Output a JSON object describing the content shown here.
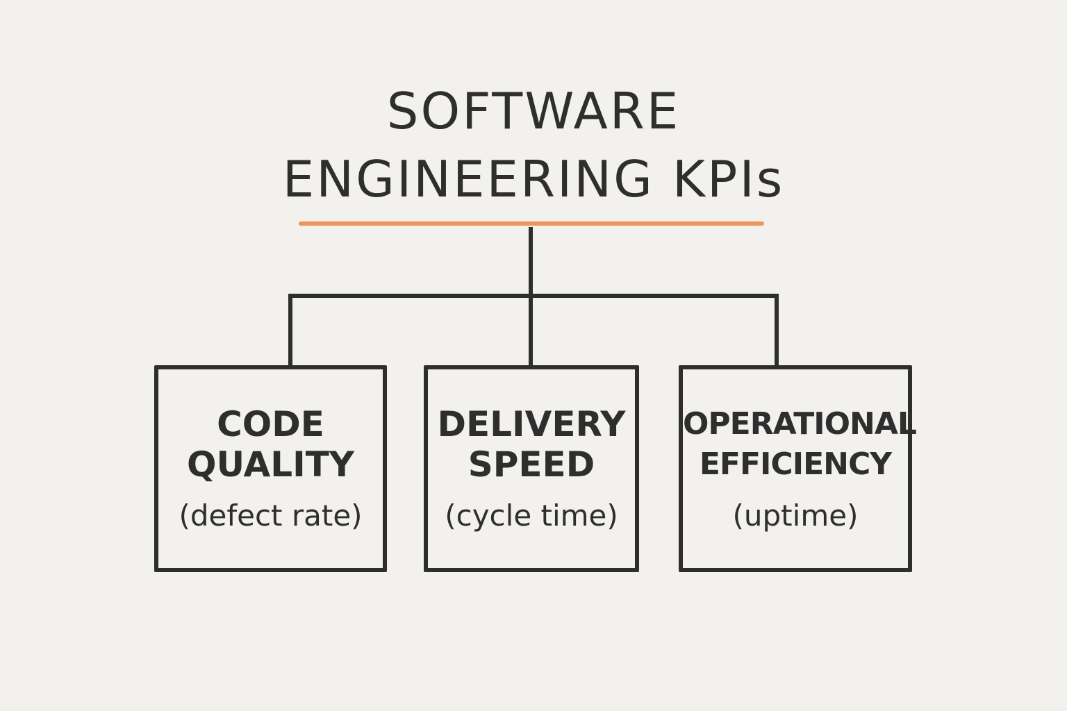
{
  "title": {
    "line1": "SOFTWARE",
    "line2": "ENGINEERING KPIs"
  },
  "colors": {
    "background": "#f3f1ed",
    "ink": "#2e2e2e",
    "accent_underline": "#f0955a"
  },
  "kpis": [
    {
      "name_line1": "CODE",
      "name_line2": "QUALITY",
      "metric": "(defect rate)"
    },
    {
      "name_line1": "DELIVERY",
      "name_line2": "SPEED",
      "metric": "(cycle time)"
    },
    {
      "name_line1": "OPERATIONAL",
      "name_line2": "EFFICIENCY",
      "metric": "(uptime)"
    }
  ]
}
